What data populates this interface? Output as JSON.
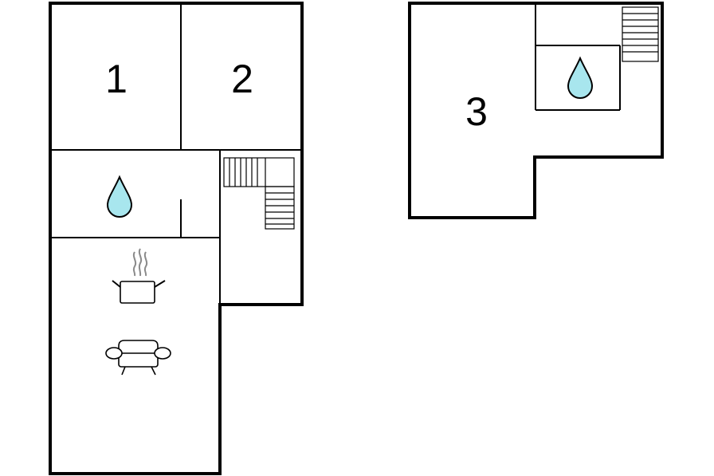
{
  "rooms": [
    {
      "label": "1"
    },
    {
      "label": "2"
    },
    {
      "label": "3"
    }
  ],
  "icons": {
    "bathroom": "water-drop-icon",
    "kitchen": "cooking-pot-icon",
    "living": "sofa-icon",
    "stairs": "staircase-icon"
  },
  "colors": {
    "walls": "#000000",
    "water_drop": "#a8e6ee",
    "steam": "#8a8a8a",
    "background": "#ffffff"
  }
}
